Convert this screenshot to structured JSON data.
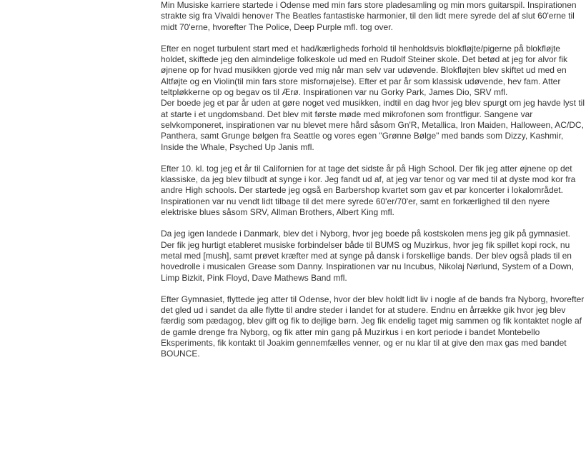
{
  "article": {
    "paragraphs": [
      "Min Musiske karriere startede i Odense med min fars store pladesamling og min mors guitarspil. Inspirationen strakte sig fra Vivaldi henover The Beatles fantastiske harmonier, til den lidt mere syrede del af slut 60'erne til midt 70'erne, hvorefter The Police, Deep Purple mfl. tog over.",
      "Efter en noget turbulent start med et had/kærligheds forhold til henholdsvis blokfløjte/pigerne på blokfløjte holdet, skiftede jeg den almindelige folkeskole ud med en Rudolf Steiner skole. Det betød at jeg for alvor fik øjnene op for hvad musikken gjorde ved mig når man selv var udøvende. Blokfløjten blev skiftet ud med en Altføjte og en Violin(til min fars store misfornøjelse). Efter et par år som klassisk udøvende, hev fam. Atter teltpløkkerne op og begav os til Ærø. Inspirationen var nu Gorky Park, James Dio, SRV mfl.",
      "Der boede jeg et par år uden at gøre noget ved musikken, indtil en dag hvor jeg blev spurgt om jeg havde lyst til at starte i et ungdomsband. Det blev mit første møde med mikrofonen som frontfigur. Sangene var selvkomponeret, inspirationen var nu blevet mere hård såsom Gn'R, Metallica, Iron Maiden, Halloween, AC/DC, Panthera, samt Grunge bølgen fra Seattle og vores egen \"Grønne Bølge\" med bands som Dizzy, Kashmir, Inside the Whale, Psyched Up Janis mfl.",
      "Efter 10. kl. tog jeg et år til Californien for at tage det sidste år på High School. Der fik jeg atter øjnene op det klassiske, da jeg blev tilbudt at synge i kor. Jeg fandt ud af, at jeg var tenor og var med til at dyste mod kor fra andre High schools. Der startede jeg også en Barbershop kvartet som gav et par koncerter i lokalområdet. Inspirationen var nu vendt lidt tilbage til det mere syrede 60'er/70'er, samt en forkærlighed til den nyere elektriske blues såsom SRV, Allman Brothers, Albert King mfl.",
      "Da jeg igen landede i Danmark, blev det i Nyborg, hvor jeg boede på kostskolen mens jeg gik på gymnasiet. Der fik jeg hurtigt etableret musiske forbindelser både til BUMS og Muzirkus, hvor jeg fik spillet kopi rock, nu metal med [mush], samt prøvet kræfter med at synge på dansk i forskellige bands. Der blev også plads til en hovedrolle i musicalen Grease som Danny. Inspirationen var nu Incubus, Nikolaj Nørlund, System of a Down, Limp Bizkit, Pink Floyd, Dave Mathews Band mfl.",
      "Efter Gymnasiet, flyttede jeg atter til Odense, hvor der blev holdt lidt liv i nogle af de bands fra Nyborg, hvorefter det gled ud i sandet da alle flytte til andre steder i landet for at studere. Endnu en årrække gik hvor jeg blev færdig som pædagog, blev gift og fik to dejlige børn. Jeg fik endelig taget mig sammen og fik kontaktet nogle af de gamle drenge fra Nyborg, og fik atter min gang på Muzirkus i en kort periode i bandet Montebello Eksperiments, fik kontakt til Joakim gennemfælles venner, og er nu klar til at give den max gas med bandet BOUNCE."
    ]
  }
}
